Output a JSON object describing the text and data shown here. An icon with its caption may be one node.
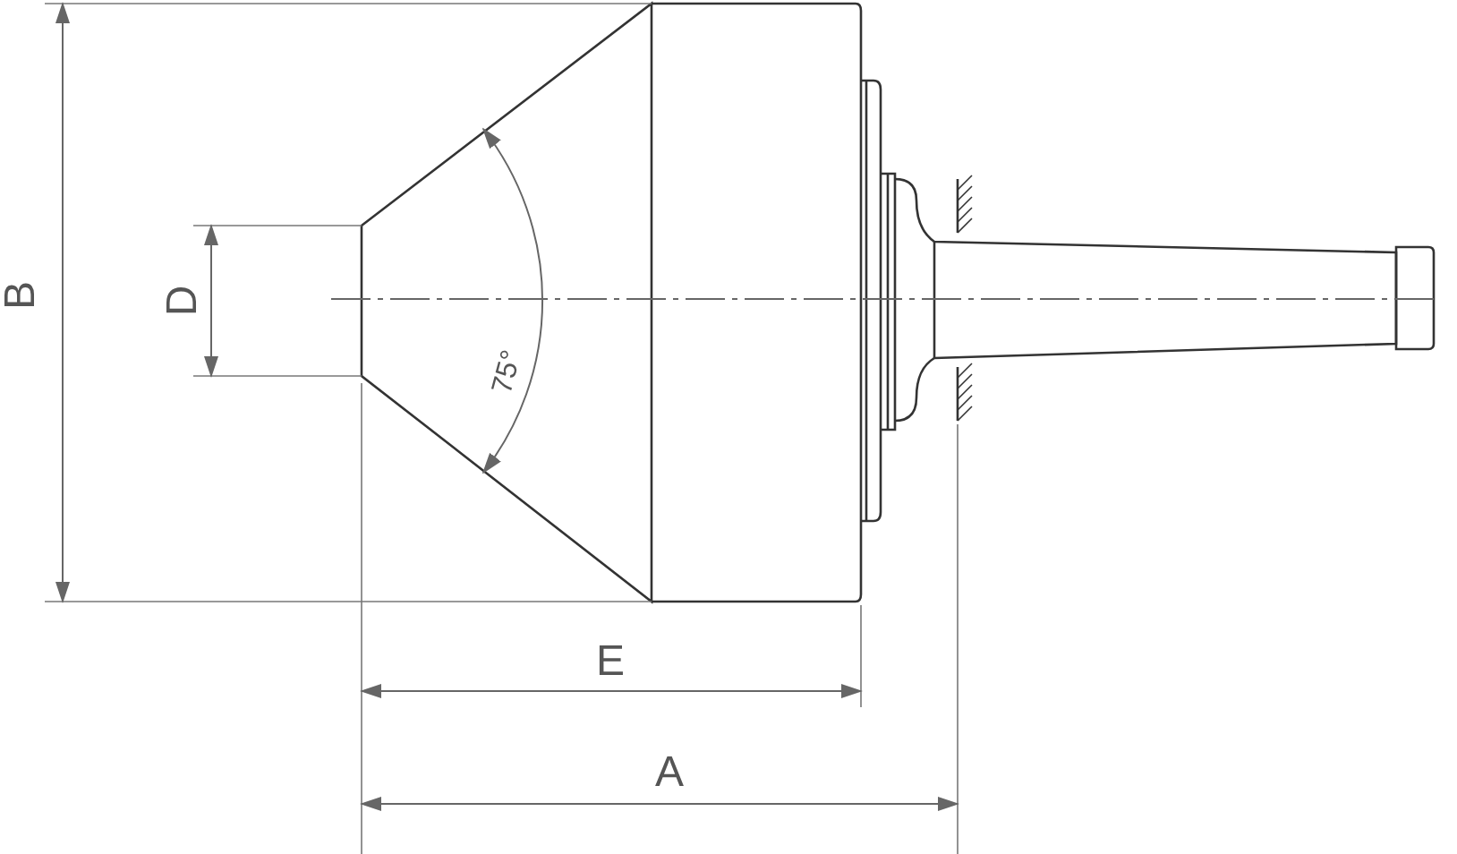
{
  "diagram": {
    "labels": [
      "B",
      "D",
      "75°",
      "E",
      "A"
    ]
  }
}
